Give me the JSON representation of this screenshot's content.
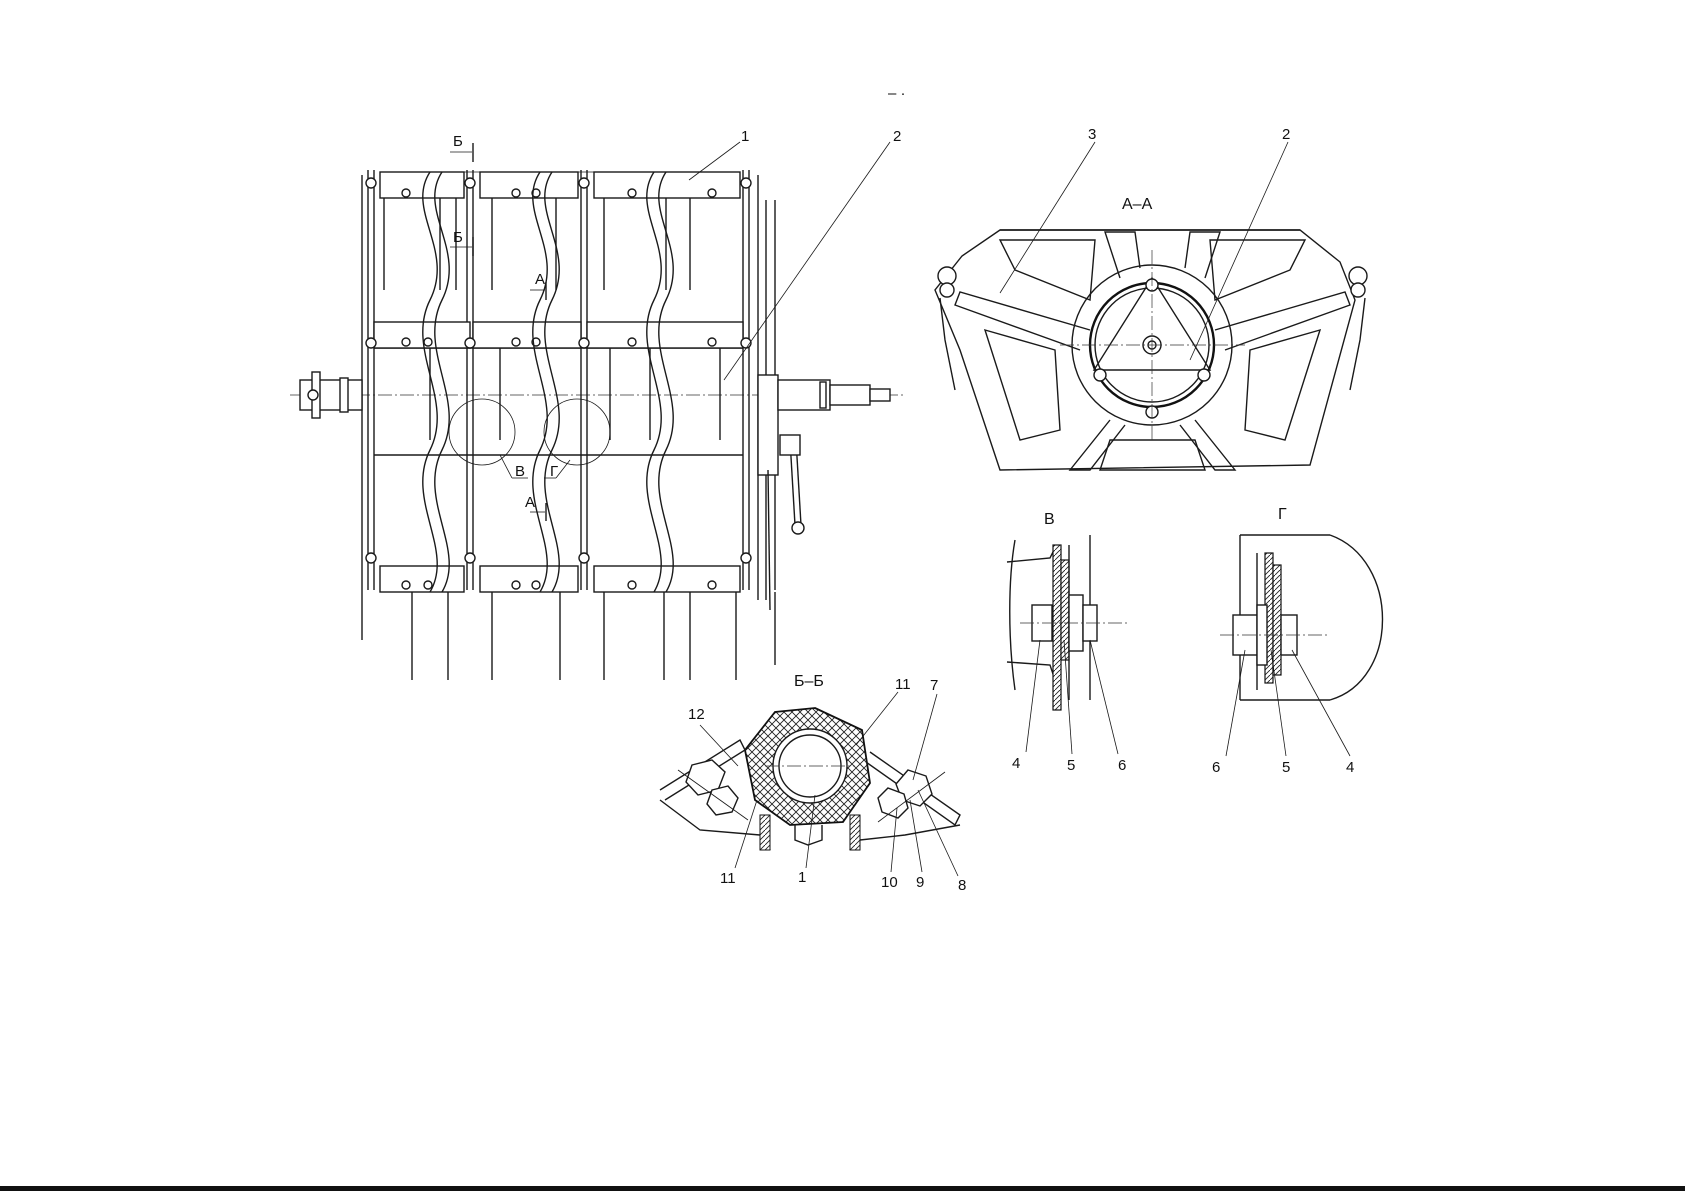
{
  "views": {
    "section_aa": {
      "title": "А–А",
      "callouts": [
        "3",
        "2"
      ]
    },
    "section_bb": {
      "title": "Б–Б",
      "callouts": [
        "12",
        "11",
        "7",
        "11",
        "1",
        "10",
        "9",
        "8"
      ]
    },
    "detail_v": {
      "title": "В",
      "callouts": [
        "4",
        "5",
        "6"
      ]
    },
    "detail_g": {
      "title": "Г",
      "callouts": [
        "6",
        "5",
        "4"
      ]
    }
  },
  "main_view": {
    "callouts": [
      "1",
      "2"
    ],
    "section_marks": [
      "Б",
      "Б",
      "А",
      "А"
    ],
    "detail_marks": [
      "В",
      "Г"
    ]
  },
  "header_fragment": "– ·"
}
